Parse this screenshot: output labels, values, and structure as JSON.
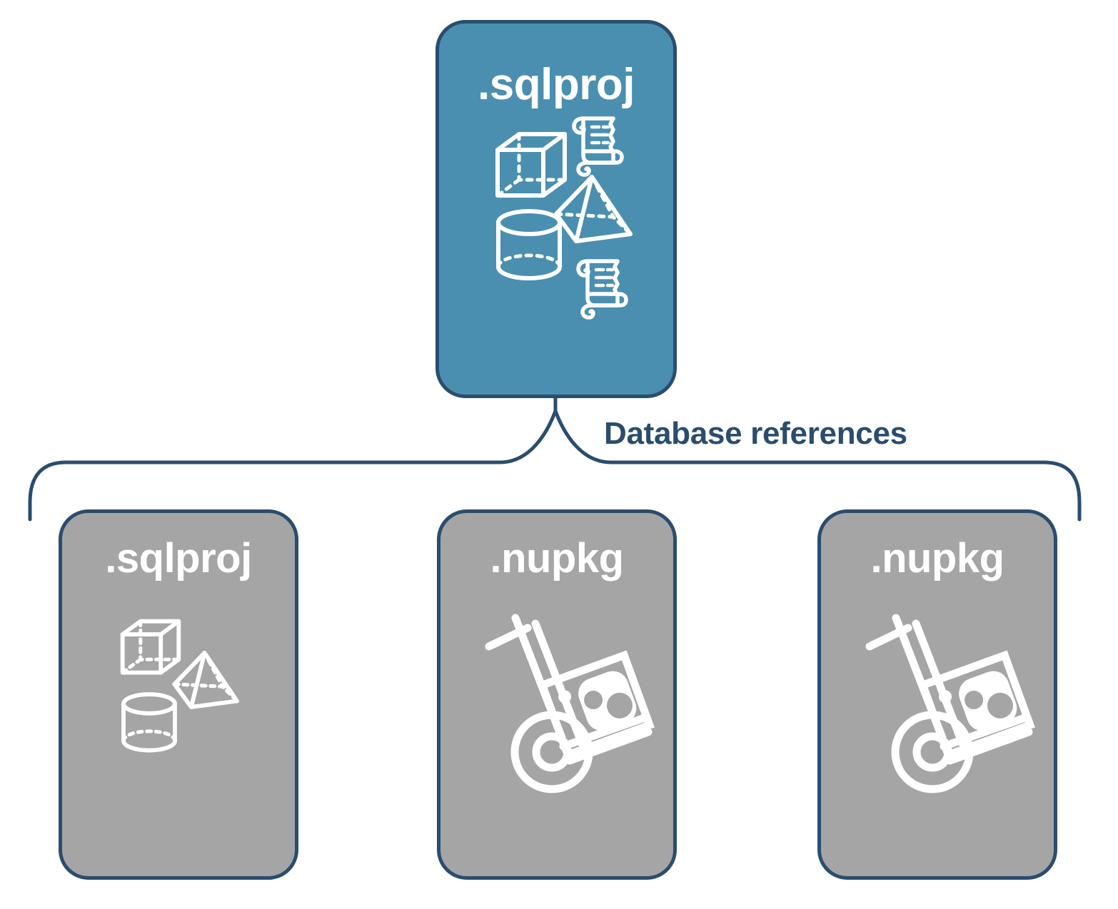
{
  "diagram": {
    "title": "SQL project database references diagram",
    "colors": {
      "primary_fill": "#4A8FB0",
      "secondary_fill": "#A5A5A5",
      "stroke": "#2A4D6E",
      "label_text": "#2A4D6E",
      "node_text": "#FFFFFF",
      "background": "#FFFFFF"
    },
    "edge_label": "Database references",
    "root": {
      "label": ".sqlproj",
      "type": "primary",
      "icons": [
        "cube-wireframe-icon",
        "scroll-script-icon",
        "pyramid-wireframe-icon",
        "cylinder-wireframe-icon",
        "scroll-script-icon"
      ]
    },
    "children": [
      {
        "label": ".sqlproj",
        "type": "secondary",
        "icons": [
          "cube-wireframe-icon",
          "pyramid-wireframe-icon",
          "cylinder-wireframe-icon"
        ]
      },
      {
        "label": ".nupkg",
        "type": "secondary",
        "icons": [
          "hand-truck-package-icon"
        ]
      },
      {
        "label": ".nupkg",
        "type": "secondary",
        "icons": [
          "hand-truck-package-icon"
        ]
      }
    ]
  }
}
